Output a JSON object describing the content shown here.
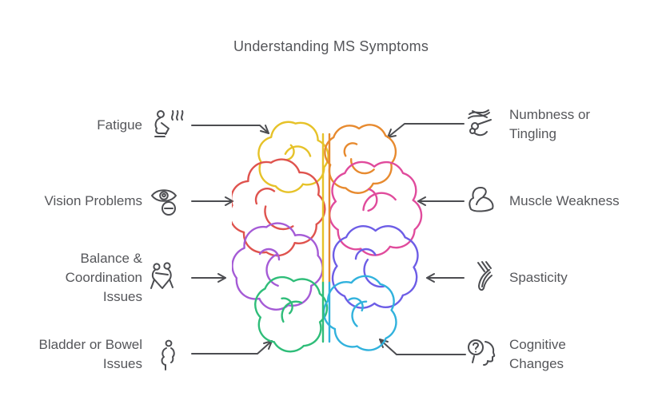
{
  "title": "Understanding MS Symptoms",
  "colors": {
    "text": "#55565a",
    "line": "#4c4d51",
    "background": "#ffffff"
  },
  "symptoms": {
    "left": [
      {
        "label": "Fatigue",
        "icon": "fatigue-icon"
      },
      {
        "label": "Vision Problems",
        "icon": "vision-problems-icon"
      },
      {
        "label": "Balance & Coordination Issues",
        "icon": "balance-coordination-icon"
      },
      {
        "label": "Bladder or Bowel Issues",
        "icon": "bladder-bowel-icon"
      }
    ],
    "right": [
      {
        "label": "Numbness or Tingling",
        "icon": "numbness-tingling-icon"
      },
      {
        "label": "Muscle Weakness",
        "icon": "muscle-weakness-icon"
      },
      {
        "label": "Spasticity",
        "icon": "spasticity-icon"
      },
      {
        "label": "Cognitive Changes",
        "icon": "cognitive-changes-icon"
      }
    ]
  },
  "brain": {
    "regions": [
      {
        "name": "left-frontal",
        "color": "#e6c229"
      },
      {
        "name": "left-parietal",
        "color": "#df534e"
      },
      {
        "name": "left-temporal",
        "color": "#a55bd6"
      },
      {
        "name": "left-occipital",
        "color": "#2fbd79"
      },
      {
        "name": "right-frontal",
        "color": "#e78a2f"
      },
      {
        "name": "right-parietal",
        "color": "#e04b9c"
      },
      {
        "name": "right-temporal",
        "color": "#6d5de6"
      },
      {
        "name": "right-occipital",
        "color": "#31b2dd"
      }
    ],
    "midline": [
      {
        "name": "left-top",
        "color": "#e6c229"
      },
      {
        "name": "left-bottom",
        "color": "#2fbd79"
      },
      {
        "name": "right-top",
        "color": "#e78a2f"
      },
      {
        "name": "right-bottom",
        "color": "#31b2dd"
      }
    ]
  }
}
